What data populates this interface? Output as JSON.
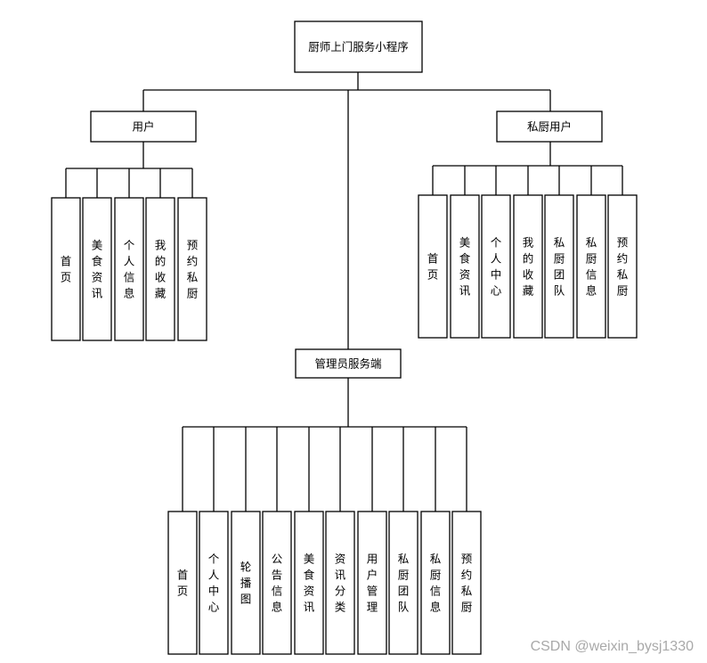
{
  "root": "厨师上门服务小程序",
  "groups": {
    "user": {
      "title": "用户",
      "items": [
        "首页",
        "美食资讯",
        "个人信息",
        "我的收藏",
        "预约私厨"
      ]
    },
    "chef": {
      "title": "私厨用户",
      "items": [
        "首页",
        "美食资讯",
        "个人中心",
        "我的收藏",
        "私厨团队",
        "私厨信息",
        "预约私厨"
      ]
    },
    "admin": {
      "title": "管理员服务端",
      "items": [
        "首页",
        "个人中心",
        "轮播图",
        "公告信息",
        "美食资讯",
        "资讯分类",
        "用户管理",
        "私厨团队",
        "私厨信息",
        "预约私厨"
      ]
    }
  },
  "watermark": "CSDN @weixin_bysj1330"
}
